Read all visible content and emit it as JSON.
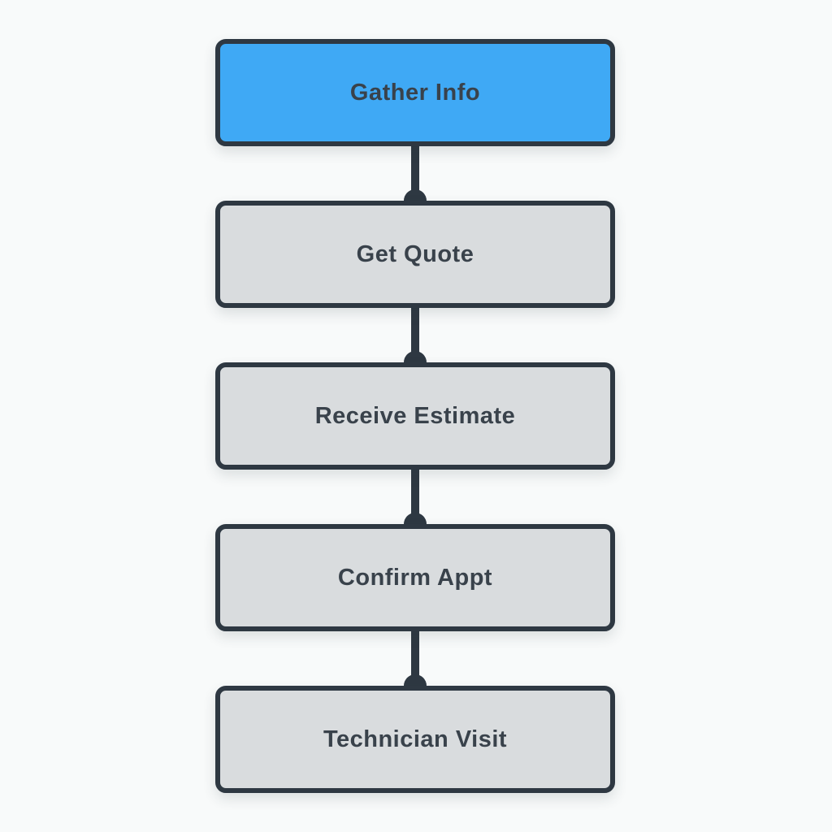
{
  "diagram": {
    "type": "flowchart",
    "orientation": "vertical",
    "steps": [
      {
        "label": "Gather Info",
        "highlighted": true
      },
      {
        "label": "Get Quote",
        "highlighted": false
      },
      {
        "label": "Receive Estimate",
        "highlighted": false
      },
      {
        "label": "Confirm Appt",
        "highlighted": false
      },
      {
        "label": "Technician Visit",
        "highlighted": false
      }
    ],
    "colors": {
      "background": "#f8fafa",
      "border": "#2e3842",
      "node_fill": "#d9dcde",
      "active_fill": "#3fa9f5",
      "text": "#39424b"
    }
  }
}
